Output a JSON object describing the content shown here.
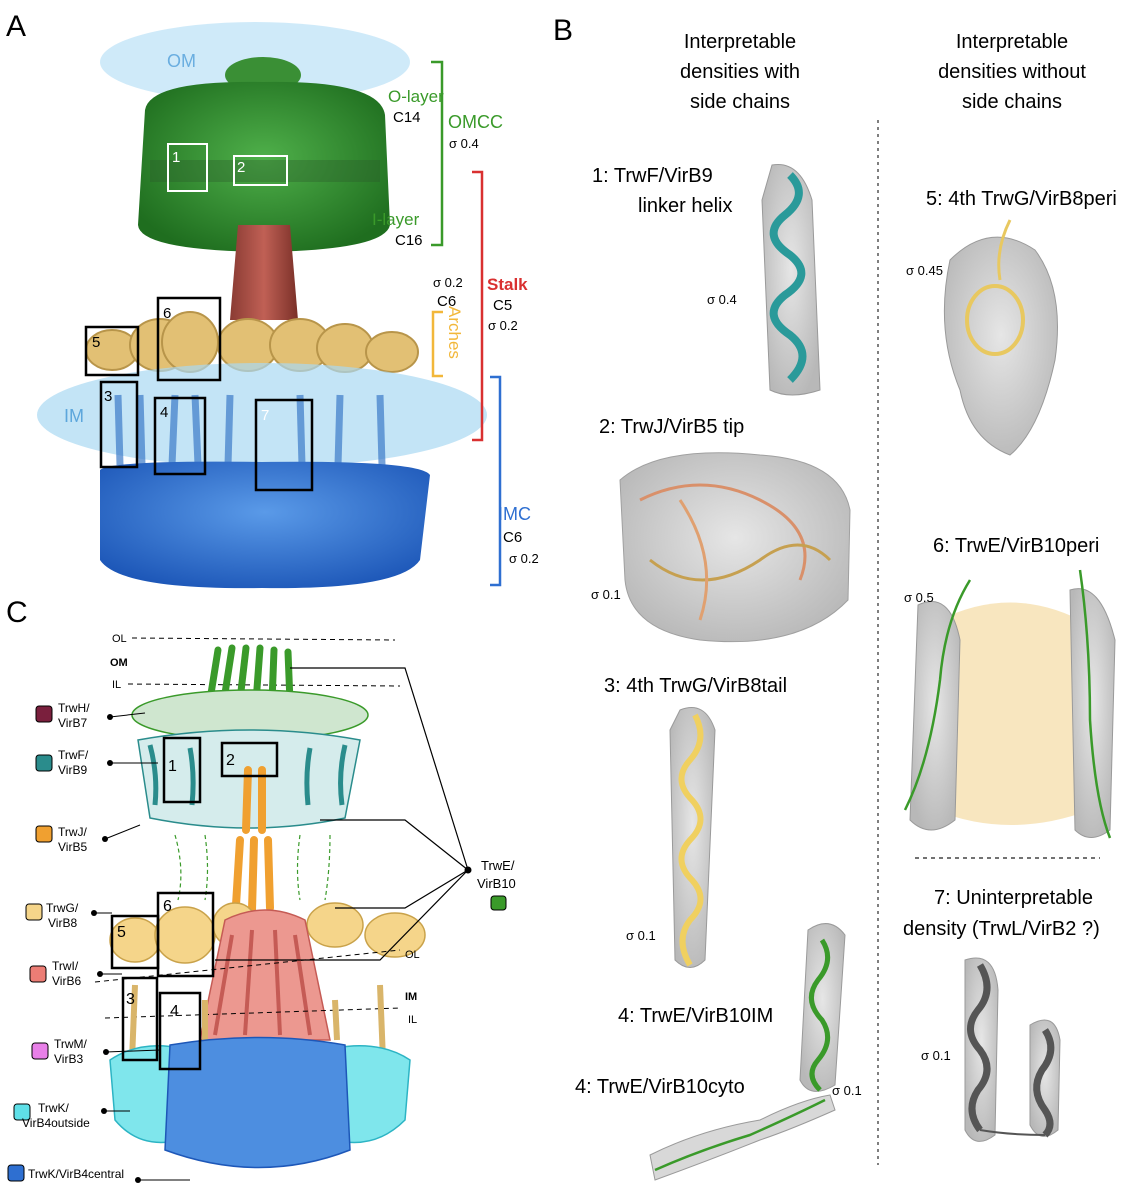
{
  "panel_a": {
    "letter": "A",
    "om": "OM",
    "im": "IM",
    "o_layer": "O-layer",
    "c14": "C14",
    "omcc": "OMCC",
    "omcc_sigma": "σ 0.4",
    "i_layer": "I-layer",
    "c16": "C16",
    "stalk_sigma": "σ 0.2",
    "stalk_c6": "C6",
    "stalk": "Stalk",
    "stalk_c5": "C5",
    "stalk_sigma2": "σ 0.2",
    "arches": "Arches",
    "imc": "IMC",
    "imc_c6": "C6",
    "imc_sigma": "σ 0.2",
    "boxes": [
      "1",
      "2",
      "3",
      "4",
      "5",
      "6",
      "7"
    ],
    "colors": {
      "om_layer": "#8fb5e8",
      "green": "#2e8b2e",
      "red": "#d93030",
      "orange": "#f2b73a",
      "blue": "#2e6fd1"
    }
  },
  "panel_b": {
    "letter": "B",
    "col1_header": [
      "Interpretable",
      "densities with",
      "side chains"
    ],
    "col2_header": [
      "Interpretable",
      "densities without",
      "side chains"
    ],
    "p1_title": [
      "1:  TrwF/VirB9",
      "linker helix"
    ],
    "p1_sigma": "σ 0.4",
    "p2_title": "2:  TrwJ/VirB5 tip",
    "p2_sigma": "σ 0.1",
    "p3_title": "3:  4th TrwG/VirB8tail",
    "p3_sigma": "σ 0.1",
    "p4a_title": "4:  TrwE/VirB10IM",
    "p4b_title": "4:  TrwE/VirB10cyto",
    "p4_sigma": "σ 0.1",
    "p5_title": "5:  4th TrwG/VirB8peri",
    "p5_sigma": "σ 0.45",
    "p6_title": "6:  TrwE/VirB10peri",
    "p6_sigma": "σ 0.5",
    "p7_title": [
      "7:  Uninterpretable",
      "density (TrwL/VirB2 ?)"
    ],
    "p7_sigma": "σ 0.1"
  },
  "panel_c": {
    "letter": "C",
    "ol_top": "OL",
    "om": "OM",
    "il_top": "IL",
    "ol_bottom": "OL",
    "im": "IM",
    "il_bottom": "IL",
    "boxes": [
      "1",
      "2",
      "3",
      "4",
      "5",
      "6"
    ],
    "legend": [
      {
        "line1": "TrwH/",
        "line2": "VirB7",
        "color": "#7a1f3d"
      },
      {
        "line1": "TrwF/",
        "line2": "VirB9",
        "color": "#2a8c8c"
      },
      {
        "line1": "TrwJ/",
        "line2": "VirB5",
        "color": "#f0a030"
      },
      {
        "line1": "TrwG/",
        "line2": "VirB8",
        "color": "#f5d58a"
      },
      {
        "line1": "TrwI/",
        "line2": "VirB6",
        "color": "#ec7d75"
      },
      {
        "line1": "TrwM/",
        "line2": "VirB3",
        "color": "#e880e8"
      },
      {
        "line1": "TrwK/",
        "line2": "VirB4outside",
        "color": "#5fe0e8"
      },
      {
        "line1": "TrwK/VirB4central",
        "line2": "",
        "color": "#2e6fd1"
      }
    ],
    "trwe_line1": "TrwE/",
    "trwe_line2": "VirB10",
    "trwe_color": "#3a9a2a"
  }
}
